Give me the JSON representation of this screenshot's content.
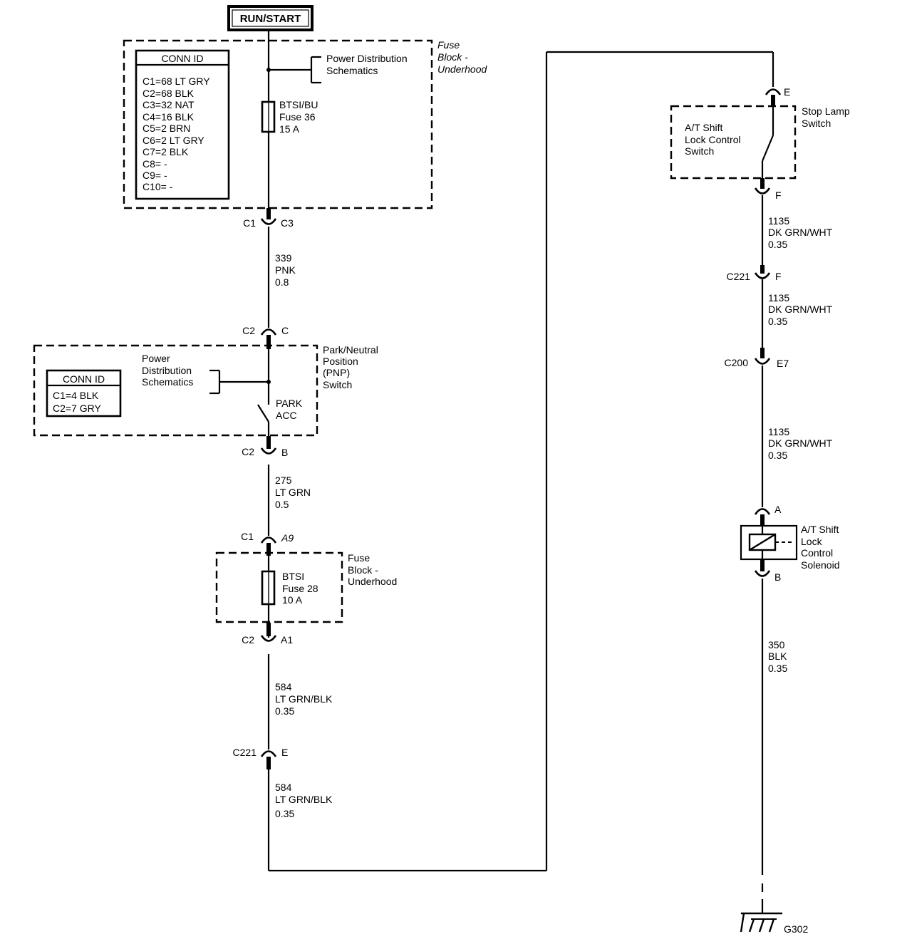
{
  "power_source": "RUN/START",
  "fuse_block_top": {
    "label": [
      "Fuse",
      "Block -",
      "Underhood"
    ],
    "power_distribution": [
      "Power Distribution",
      "Schematics"
    ],
    "fuse": [
      "BTSI/BU",
      "Fuse 36",
      "15 A"
    ],
    "conn_id_title": "CONN ID",
    "conn_id": [
      "C1=68 LT GRY",
      "C2=68 BLK",
      "C3=32 NAT",
      "C4=16 BLK",
      "C5=2 BRN",
      "C6=2 LT GRY",
      "C7=2 BLK",
      "C8= -",
      "C9= -",
      "C10= -"
    ]
  },
  "connectors": {
    "c1_c3": [
      "C1",
      "C3"
    ],
    "c2_c": [
      "C2",
      "C"
    ],
    "c2_b": [
      "C2",
      "B"
    ],
    "c1_a9": [
      "C1",
      "A9"
    ],
    "c2_a1": [
      "C2",
      "A1"
    ],
    "c221_e": [
      "C221",
      "E"
    ],
    "sls_e": "E",
    "sls_f": "F",
    "c221_f": [
      "C221",
      "F"
    ],
    "c200_e7": [
      "C200",
      "E7"
    ],
    "sol_a": "A",
    "sol_b": "B"
  },
  "wires": {
    "w339": [
      "339",
      "PNK",
      "0.8"
    ],
    "w275": [
      "275",
      "LT GRN",
      "0.5"
    ],
    "w584a": [
      "584",
      "LT GRN/BLK",
      "0.35"
    ],
    "w584b": [
      "584",
      "LT GRN/BLK",
      "0.35"
    ],
    "w1135a": [
      "1135",
      "DK GRN/WHT",
      "0.35"
    ],
    "w1135b": [
      "1135",
      "DK GRN/WHT",
      "0.35"
    ],
    "w1135c": [
      "1135",
      "DK GRN/WHT",
      "0.35"
    ],
    "w350": [
      "350",
      "BLK",
      "0.35"
    ]
  },
  "pnp_switch": {
    "label": [
      "Park/Neutral",
      "Position",
      "(PNP)",
      "Switch"
    ],
    "power_distribution": [
      "Power",
      "Distribution",
      "Schematics"
    ],
    "conn_id_title": "CONN ID",
    "conn_id": [
      "C1=4 BLK",
      "C2=7 GRY"
    ],
    "position": [
      "PARK",
      "ACC"
    ]
  },
  "fuse_block_bottom": {
    "label": [
      "Fuse",
      "Block -",
      "Underhood"
    ],
    "fuse": [
      "BTSI",
      "Fuse 28",
      "10 A"
    ]
  },
  "stop_lamp_switch": {
    "label": [
      "Stop Lamp",
      "Switch"
    ],
    "inner": [
      "A/T Shift",
      "Lock Control",
      "Switch"
    ]
  },
  "solenoid": {
    "label": [
      "A/T Shift",
      "Lock",
      "Control",
      "Solenoid"
    ]
  },
  "ground": "G302"
}
